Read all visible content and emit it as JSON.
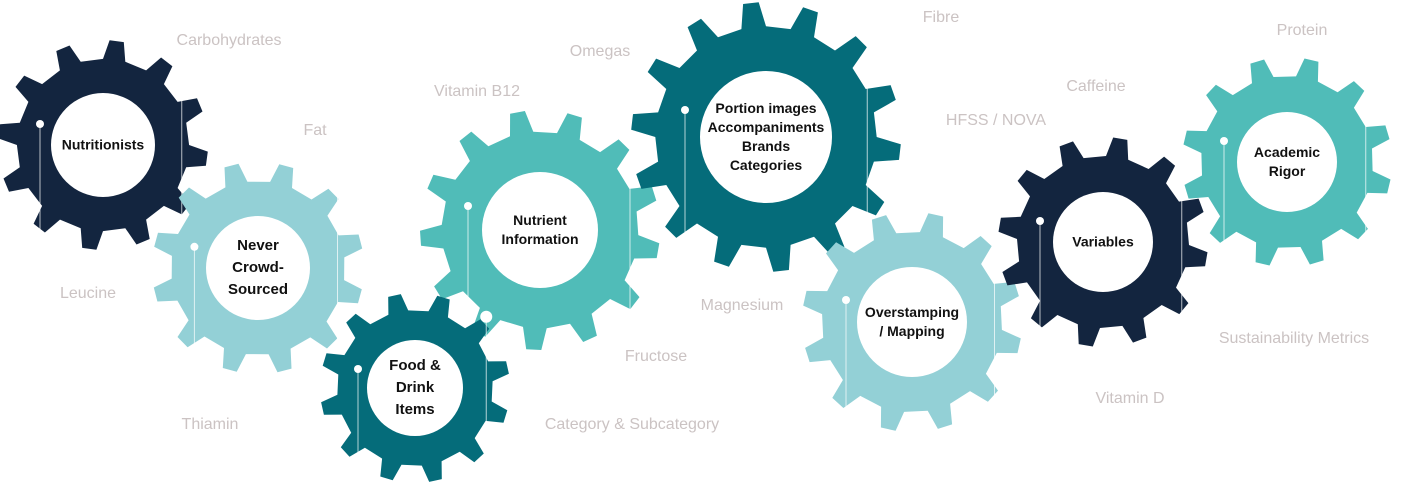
{
  "colors": {
    "navy": "#13253f",
    "light_teal": "#93d0d6",
    "teal": "#50bcb8",
    "dark_teal": "#056c7a",
    "label": "#cbc3c3"
  },
  "gears": [
    {
      "id": "nutritionists",
      "lines": [
        "Nutritionists"
      ],
      "color": "navy"
    },
    {
      "id": "never-crowd-sourced",
      "lines": [
        "Never",
        "Crowd-",
        "Sourced"
      ],
      "color": "light_teal"
    },
    {
      "id": "nutrient-information",
      "lines": [
        "Nutrient",
        "Information"
      ],
      "color": "teal"
    },
    {
      "id": "food-drink-items",
      "lines": [
        "Food &",
        "Drink",
        "Items"
      ],
      "color": "dark_teal"
    },
    {
      "id": "portion-images",
      "lines": [
        "Portion images",
        "Accompaniments",
        "Brands",
        "Categories"
      ],
      "color": "dark_teal"
    },
    {
      "id": "overstamping",
      "lines": [
        "Overstamping",
        "/ Mapping"
      ],
      "color": "light_teal"
    },
    {
      "id": "variables",
      "lines": [
        "Variables"
      ],
      "color": "navy"
    },
    {
      "id": "academic-rigor",
      "lines": [
        "Academic",
        "Rigor"
      ],
      "color": "teal"
    }
  ],
  "labels": [
    "Carbohydrates",
    "Fat",
    "Leucine",
    "Thiamin",
    "Vitamin B12",
    "Omegas",
    "Fibre",
    "HFSS / NOVA",
    "Caffeine",
    "Protein",
    "Magnesium",
    "Fructose",
    "Category & Subcategory",
    "Vitamin D",
    "Sustainability Metrics"
  ]
}
